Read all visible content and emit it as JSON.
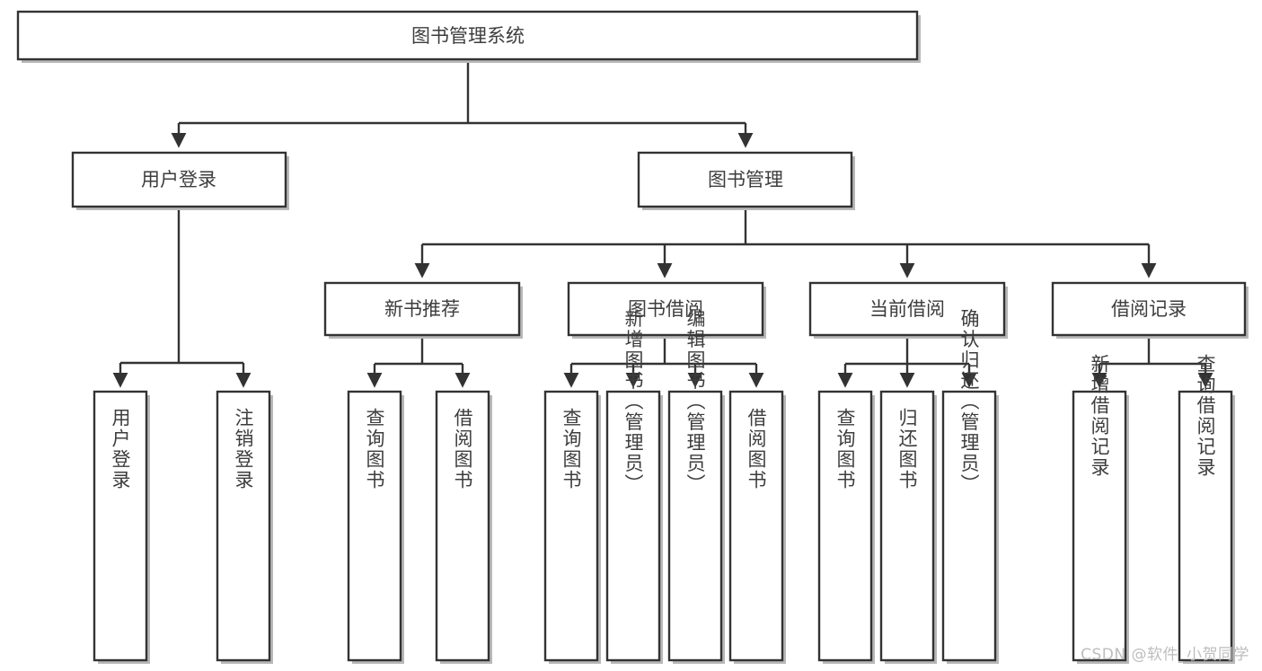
{
  "diagram": {
    "type": "tree-hierarchy-chart",
    "title": "图书管理系统",
    "watermark": "CSDN @软件_小贺同学",
    "colors": {
      "background": "#ffffff",
      "box_fill": "#ffffff",
      "box_stroke": "#333333",
      "shadow": "#b8b8b8",
      "text": "#3d3d3d",
      "watermark": "#bdbdbd"
    },
    "levels": {
      "root": {
        "label": "图书管理系统",
        "orientation": "horizontal"
      },
      "level2": [
        {
          "label": "用户登录",
          "orientation": "horizontal"
        },
        {
          "label": "图书管理",
          "orientation": "horizontal"
        }
      ],
      "level3": [
        {
          "label": "新书推荐",
          "orientation": "horizontal",
          "parent": "图书管理"
        },
        {
          "label": "图书借阅",
          "orientation": "horizontal",
          "parent": "图书管理"
        },
        {
          "label": "当前借阅",
          "orientation": "horizontal",
          "parent": "图书管理"
        },
        {
          "label": "借阅记录",
          "orientation": "horizontal",
          "parent": "图书管理"
        }
      ],
      "leaves": [
        {
          "label": "用户登录",
          "orientation": "vertical",
          "parent": "用户登录"
        },
        {
          "label": "注销登录",
          "orientation": "vertical",
          "parent": "用户登录"
        },
        {
          "label": "查询图书",
          "orientation": "vertical",
          "parent": "新书推荐"
        },
        {
          "label": "借阅图书",
          "orientation": "vertical",
          "parent": "新书推荐"
        },
        {
          "label": "查询图书",
          "orientation": "vertical",
          "parent": "图书借阅"
        },
        {
          "label": "新增图书（管理员）",
          "orientation": "vertical",
          "parent": "图书借阅"
        },
        {
          "label": "编辑图书（管理员）",
          "orientation": "vertical",
          "parent": "图书借阅"
        },
        {
          "label": "借阅图书",
          "orientation": "vertical",
          "parent": "图书借阅"
        },
        {
          "label": "查询图书",
          "orientation": "vertical",
          "parent": "当前借阅"
        },
        {
          "label": "归还图书",
          "orientation": "vertical",
          "parent": "当前借阅"
        },
        {
          "label": "确认归还（管理员）",
          "orientation": "vertical",
          "parent": "当前借阅"
        },
        {
          "label": "新增借阅记录",
          "orientation": "vertical",
          "parent": "借阅记录"
        },
        {
          "label": "查询借阅记录",
          "orientation": "vertical",
          "parent": "借阅记录"
        }
      ]
    }
  }
}
